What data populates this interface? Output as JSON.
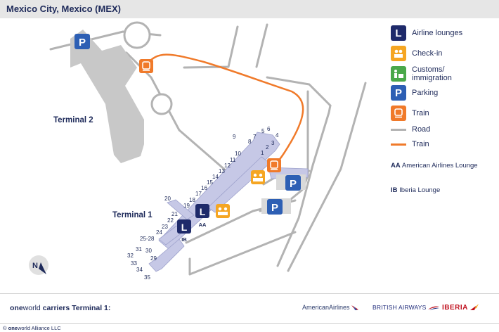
{
  "header": {
    "title": "Mexico City, Mexico (MEX)"
  },
  "map": {
    "terminal2_label": "Terminal 2",
    "terminal1_label": "Terminal 1",
    "gates": [
      "1",
      "2",
      "3",
      "4",
      "5",
      "6",
      "7",
      "8",
      "9",
      "10",
      "11",
      "12",
      "13",
      "14",
      "15",
      "16",
      "17",
      "18",
      "19",
      "20",
      "21",
      "22",
      "23",
      "24",
      "25-28",
      "29",
      "30",
      "31",
      "32",
      "33",
      "34",
      "35"
    ],
    "lounge_aa_tag": "AA",
    "lounge_ib_tag": "IB",
    "icons": {
      "lounge": "lounge-icon",
      "checkin": "checkin-icon",
      "parking": "parking-icon",
      "train": "train-icon",
      "customs": "customs-icon",
      "compass": "compass-icon"
    },
    "compass_letter": "N"
  },
  "legend": {
    "airline_lounges": "Airline lounges",
    "check_in": "Check-in",
    "customs": "Customs/ immigration",
    "parking": "Parking",
    "train": "Train",
    "road_line": "Road",
    "train_line": "Train",
    "aa_code": "AA",
    "aa_name": "American Airlines Lounge",
    "ib_code": "IB",
    "ib_name": "Iberia Lounge"
  },
  "footer": {
    "brand_bold": "one",
    "brand_rest": "world",
    "carriers_text": "carriers Terminal 1:",
    "logos": [
      "AmericanAirlines",
      "BRITISH AIRWAYS",
      "IBERIA"
    ],
    "copyright_symbol": "©",
    "copyright_brand_bold": "one",
    "copyright_brand_rest": "world",
    "copyright_text": "Alliance LLC"
  },
  "colors": {
    "navy": "#1e2a5a",
    "orange": "#f07a2a",
    "blue": "#2d5fb4",
    "green": "#4aa84a",
    "terminal_gray": "#c8c8c8",
    "terminal_purple": "#c6c8e6",
    "road_gray": "#b3b3b3",
    "title_bg": "#e6e6e6"
  }
}
